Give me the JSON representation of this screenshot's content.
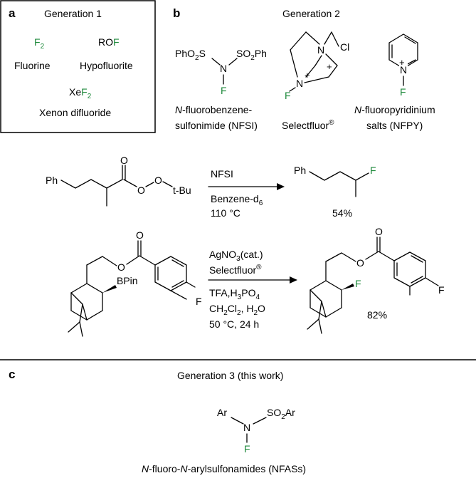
{
  "panels": {
    "a": {
      "letter": "a",
      "title": "Generation 1",
      "reagents": [
        {
          "formula_prefix": "",
          "formula_green": "F",
          "formula_sub": "2",
          "formula_suffix": "",
          "name": "Fluorine"
        },
        {
          "formula_prefix": "RO",
          "formula_green": "F",
          "formula_sub": "",
          "formula_suffix": "",
          "name": "Hypofluorite"
        },
        {
          "formula_prefix": "Xe",
          "formula_green": "F",
          "formula_sub": "2",
          "formula_suffix": "",
          "name": "Xenon difluoride"
        }
      ]
    },
    "b": {
      "letter": "b",
      "title": "Generation 2",
      "reagents": [
        {
          "name_italic": "N",
          "name_line1": "-fluorobenzene-",
          "name_line2": "sulfonimide (NFSI)"
        },
        {
          "name": "Selectfluor",
          "superscript": "®"
        },
        {
          "name_italic": "N",
          "name_line1": "-fluoropyridinium",
          "name_line2": "salts (NFPY)"
        }
      ],
      "reactions": [
        {
          "conditions_above": "NFSI",
          "conditions_below": [
            "Benzene-d",
            "110 °C"
          ],
          "solvent_sub": "6",
          "yield": "54%"
        },
        {
          "conditions_above": [
            "AgNO",
            "Selectfluor"
          ],
          "conditions_below": [
            "TFA,H",
            "CH",
            "50 °C, 24 h"
          ],
          "yield": "82%"
        }
      ]
    },
    "c": {
      "letter": "c",
      "title": "Generation 3 (this work)",
      "name_italic_1": "N",
      "name_part_1": "-fluoro-",
      "name_italic_2": "N",
      "name_part_2": "-arylsulfonamides (NFASs)"
    }
  },
  "atoms": {
    "Ph": "Ph",
    "O": "O",
    "tBu": "t-Bu",
    "F": "F",
    "N": "N",
    "Cl": "Cl",
    "BPin": "BPin",
    "Ar": "Ar",
    "PhO2S": "PhO",
    "S": "S",
    "SO2Ph": "SO",
    "Ph2": "Ph",
    "SO2Ar": "SO",
    "Ar2": "Ar",
    "plus": "+"
  },
  "colors": {
    "fluorine": "#1f8a3c",
    "ink": "#000000",
    "border": "#000000"
  }
}
